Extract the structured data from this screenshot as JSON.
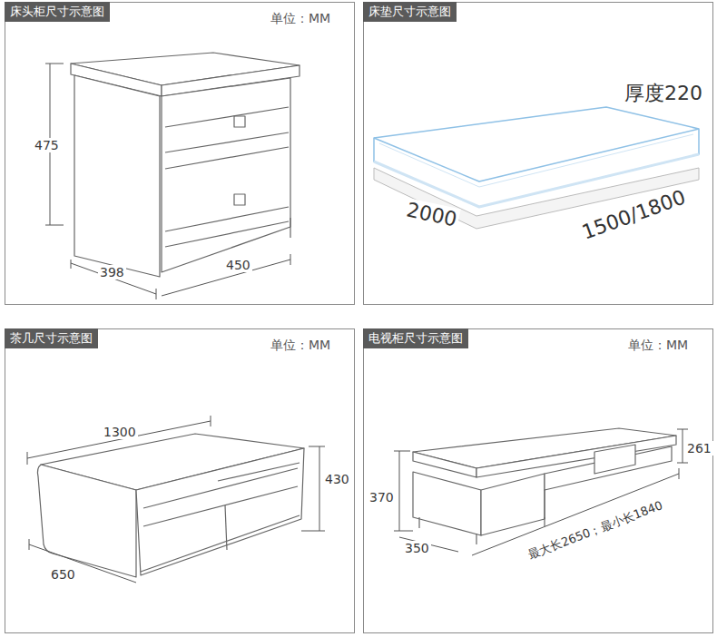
{
  "diagram": {
    "nodes": [
      {
        "text": [
          "床头柜尺寸示意图"
        ]
      },
      {
        "text": [
          "床垫尺寸示意图"
        ]
      },
      {
        "text": [
          "茶几尺寸示意图"
        ]
      },
      {
        "text": [
          "电视柜尺寸示意图"
        ]
      }
    ],
    "labels": [
      "单位：MM",
      "475",
      "398",
      "450",
      "厚度220",
      "2000",
      "1500/1800",
      "单位：MM",
      "1300",
      "430",
      "650",
      "单位：MM",
      "370",
      "350",
      "261",
      "最大长2650；最小长1840"
    ]
  }
}
